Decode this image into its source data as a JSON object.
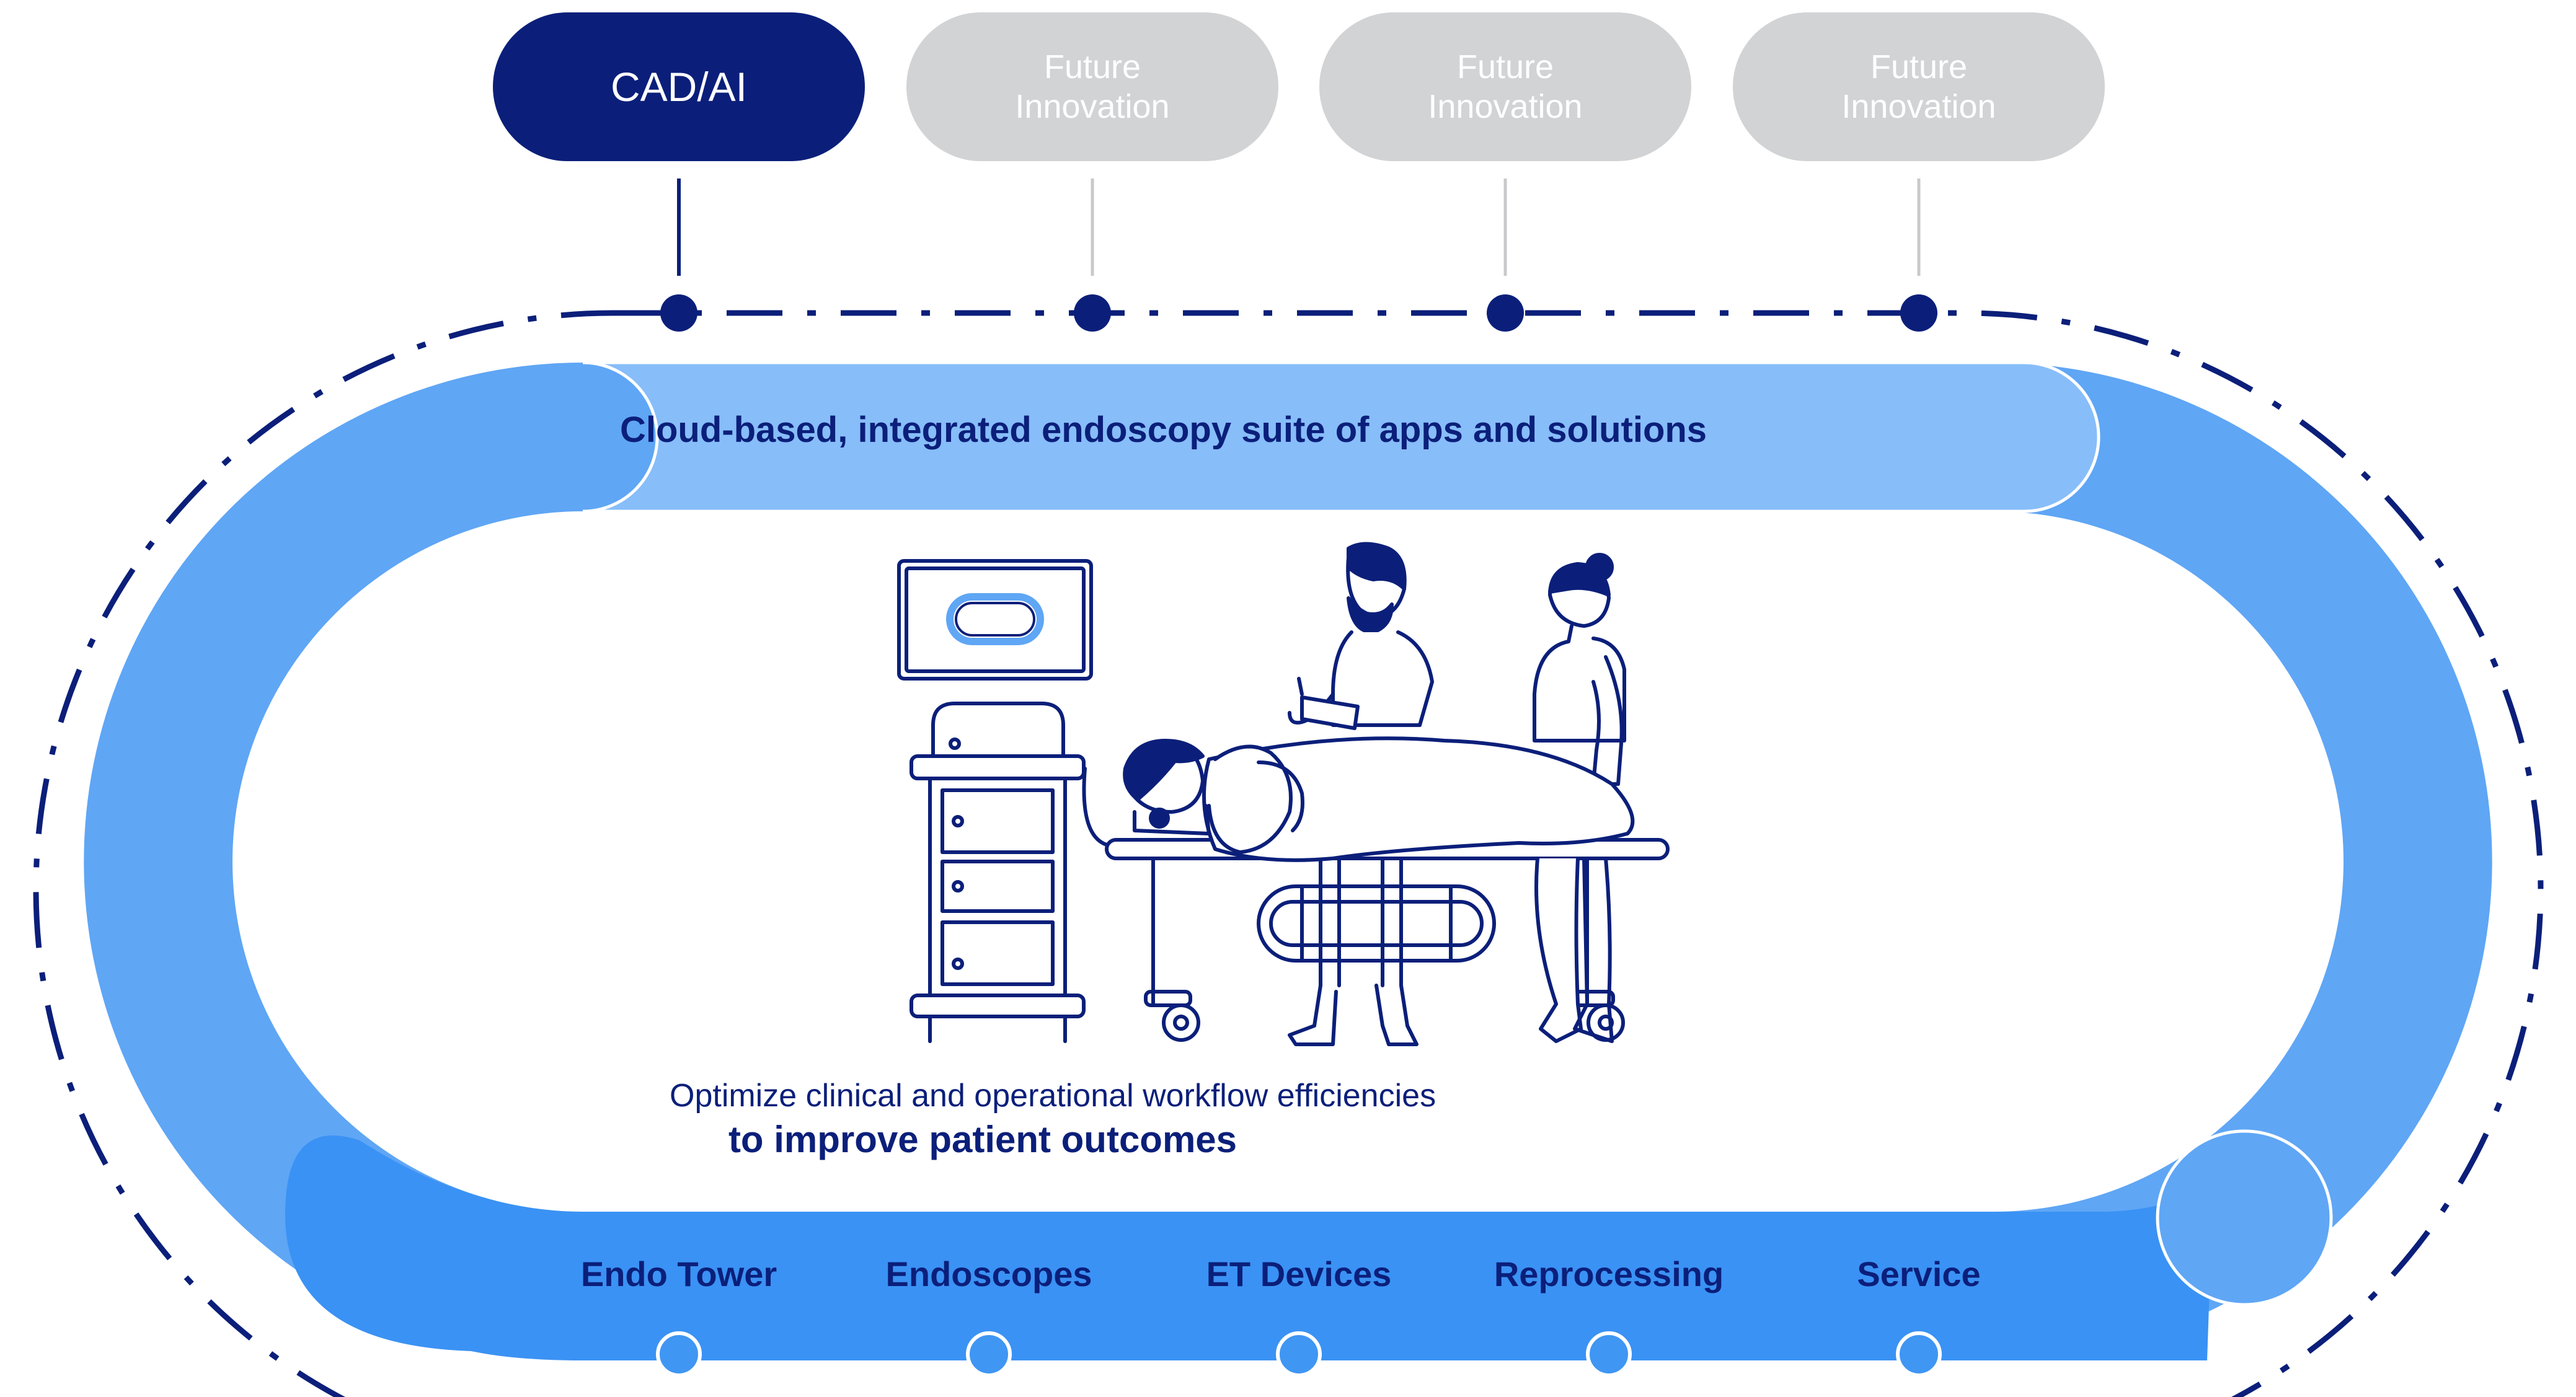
{
  "top_stages": [
    {
      "label": "CAD/AI",
      "state": "active"
    },
    {
      "label_line1": "Future",
      "label_line2": "Innovation",
      "state": "future"
    },
    {
      "label_line1": "Future",
      "label_line2": "Innovation",
      "state": "future"
    },
    {
      "label_line1": "Future",
      "label_line2": "Innovation",
      "state": "future"
    }
  ],
  "suite_label": "Cloud-based, integrated endoscopy suite of apps and solutions",
  "tagline_line1": "Optimize clinical and operational workflow efficiencies",
  "tagline_line2": "to improve patient outcomes",
  "foundation_items": [
    {
      "label": "Endo Tower"
    },
    {
      "label": "Endoscopes"
    },
    {
      "label": "ET Devices"
    },
    {
      "label": "Reprocessing"
    },
    {
      "label": "Service"
    }
  ],
  "colors": {
    "navy": "#0b1f7a",
    "light_blue": "#87bdf9",
    "mid_blue": "#5fa6f5",
    "bright_blue": "#3a92f4",
    "future_grey": "#d2d3d5",
    "dot_fill": "#3f96f3"
  }
}
